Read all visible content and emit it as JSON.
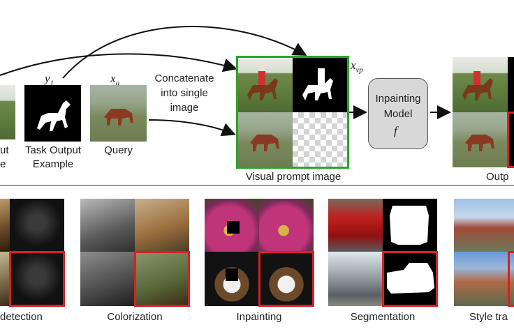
{
  "top": {
    "cut_left_label": [
      "ut",
      "e"
    ],
    "task_output_math": "y",
    "task_output_sub": "1",
    "task_output_label": [
      "Task Output",
      "Example"
    ],
    "query_math": "x",
    "query_sub": "q",
    "query_label": "Query",
    "concat_label": [
      "Concatenate",
      "into single",
      "image"
    ],
    "visual_prompt_math": "x",
    "visual_prompt_sub": "vp",
    "visual_prompt_label": "Visual prompt image",
    "model_label": [
      "Inpainting",
      "Model"
    ],
    "model_math": "f",
    "output_label": "Outp"
  },
  "tasks": [
    {
      "label": "detection"
    },
    {
      "label": "Colorization"
    },
    {
      "label": "Inpainting"
    },
    {
      "label": "Segmentation"
    },
    {
      "label": "Style tra"
    }
  ],
  "colors": {
    "prompt_frame": "#2aa52a",
    "output_frame": "#d61f26",
    "model_fill": "#d8d8d8",
    "divider": "#9a9a9a"
  }
}
